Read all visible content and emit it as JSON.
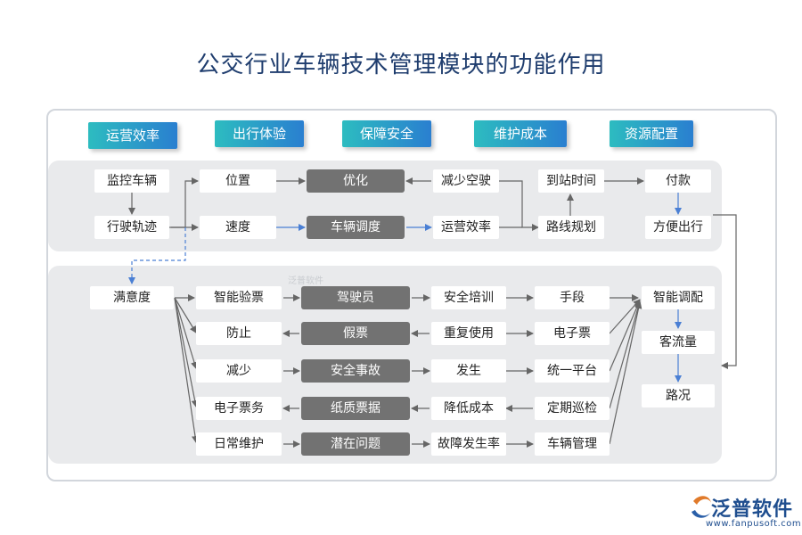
{
  "title": "公交行业车辆技术管理模块的功能作用",
  "categories": [
    "运营效率",
    "出行体验",
    "保障安全",
    "维护成本",
    "资源配置"
  ],
  "top": {
    "monitor": "监控车辆",
    "track": "行驶轨迹",
    "position": "位置",
    "speed": "速度",
    "optimize": "优化",
    "dispatch": "车辆调度",
    "reduce_empty": "减少空驶",
    "op_efficiency": "运营效率",
    "arrival_time": "到站时间",
    "route_plan": "路线规划",
    "payment": "付款",
    "convenient": "方便出行"
  },
  "bottom": {
    "satisfaction": "满意度",
    "col1": [
      "智能验票",
      "防止",
      "减少",
      "电子票务",
      "日常维护"
    ],
    "col2": [
      "驾驶员",
      "假票",
      "安全事故",
      "纸质票据",
      "潜在问题"
    ],
    "col3": [
      "安全培训",
      "重复使用",
      "发生",
      "降低成本",
      "故障发生率"
    ],
    "col4": [
      "手段",
      "电子票",
      "统一平台",
      "定期巡检",
      "车辆管理"
    ],
    "right": [
      "智能调配",
      "客流量",
      "路况"
    ]
  },
  "watermark": "泛普软件",
  "logo": {
    "name": "泛普软件",
    "url": "www.fanpusoft.com"
  }
}
